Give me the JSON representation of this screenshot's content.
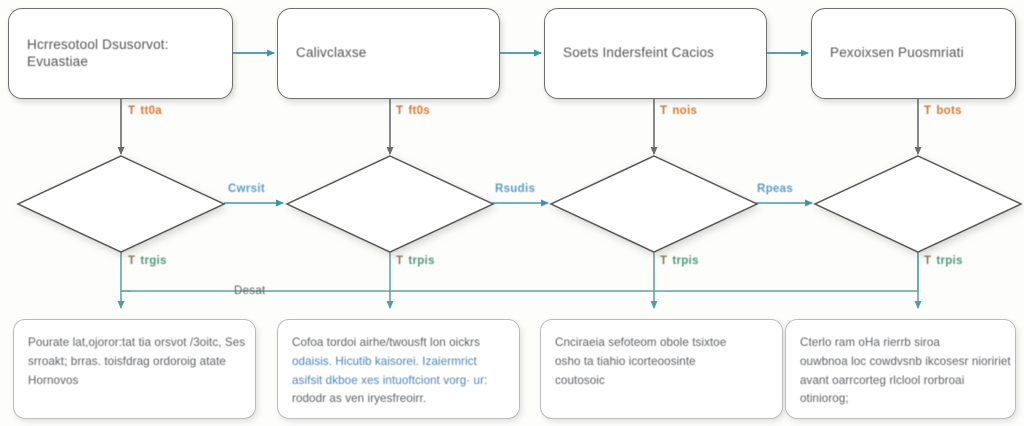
{
  "diagram": {
    "type": "flowchart",
    "title": "",
    "background_color": "#fdfdfc",
    "colors": {
      "process_border": "#6e6e6e",
      "decision_border": "#555555",
      "outcome_border": "#b9bcbe",
      "connector_primary": "#4a9aa8",
      "connector_dark": "#6a6a6a",
      "connector_teal": "#60a79b",
      "label_orange": "#d9772f",
      "label_blue": "#5b9ec9",
      "label_green": "#4d9a7d",
      "text_grey": "#545454",
      "text_accent_blue": "#4f83b8"
    }
  },
  "process_steps": [
    {
      "id": "step-1",
      "label": "Hcrresotool Dsusorvot: Evuastiae"
    },
    {
      "id": "step-2",
      "label": "Calivclaxse"
    },
    {
      "id": "step-3",
      "label": "Soets Indersfeint Cacios"
    },
    {
      "id": "step-4",
      "label": "Pexoixsen Puosmriati"
    }
  ],
  "decisions": [
    {
      "id": "decision-1",
      "label": ""
    },
    {
      "id": "decision-2",
      "label": ""
    },
    {
      "id": "decision-3",
      "label": ""
    },
    {
      "id": "decision-4",
      "label": ""
    }
  ],
  "vertical_edge_labels": [
    {
      "id": "v-edge-1",
      "mark": "T",
      "text": "tt0a"
    },
    {
      "id": "v-edge-2",
      "mark": "T",
      "text": "ft0s"
    },
    {
      "id": "v-edge-3",
      "mark": "T",
      "text": "nois"
    },
    {
      "id": "v-edge-4",
      "mark": "T",
      "text": "bots"
    }
  ],
  "horizontal_edge_labels": [
    {
      "id": "h-edge-1",
      "text": "Cwrsit"
    },
    {
      "id": "h-edge-2",
      "text": "Rsudis"
    },
    {
      "id": "h-edge-3",
      "text": "Rpeas"
    }
  ],
  "branch_labels": [
    {
      "id": "b-edge-1",
      "mark": "T",
      "text": "trgis"
    },
    {
      "id": "b-edge-2",
      "mark": "T",
      "text": "trpis"
    },
    {
      "id": "b-edge-3",
      "mark": "T",
      "text": "trpis"
    },
    {
      "id": "b-edge-4",
      "mark": "T",
      "text": "trpis"
    }
  ],
  "rail_label": {
    "id": "reset-rail-label",
    "text": "Desat"
  },
  "outcomes": [
    {
      "id": "outcome-1",
      "lines": [
        {
          "text": "Pourate lat,ojoror:tat tia orsvot /3oitc, Ses",
          "accent": false
        },
        {
          "text": "srroakt; brras. toisfdrag ordoroig atate",
          "accent": false
        },
        {
          "text": "Hornovos",
          "accent": false
        }
      ]
    },
    {
      "id": "outcome-2",
      "lines": [
        {
          "text": "Cofoa tordoi airhe/twousft lon oickrs",
          "accent": false
        },
        {
          "text": "odaisis. Hicutib kaisorei. Izaiermrict",
          "accent": true
        },
        {
          "text": "asifsit dkboe xes intuoftciont vorg· ur:",
          "accent": true
        },
        {
          "text": "rododr as ven iryesfreoirr.",
          "accent": false
        }
      ]
    },
    {
      "id": "outcome-3",
      "lines": [
        {
          "text": "Cnciraeia sefoteom obole tsixtoe",
          "accent": false
        },
        {
          "text": "osho ta tiahio icorteoosinte",
          "accent": false
        },
        {
          "text": "coutosoic",
          "accent": false
        }
      ]
    },
    {
      "id": "outcome-4",
      "lines": [
        {
          "text": "Cterlo ram oHa rierrb siroa",
          "accent": false
        },
        {
          "text": "ouwbnoa loc cowdvsnb ikcosesr nioririet",
          "accent": false
        },
        {
          "text": "avant oarrcorteg rlclool rorbroai",
          "accent": false
        },
        {
          "text": "otiniorog;",
          "accent": false
        }
      ]
    }
  ]
}
